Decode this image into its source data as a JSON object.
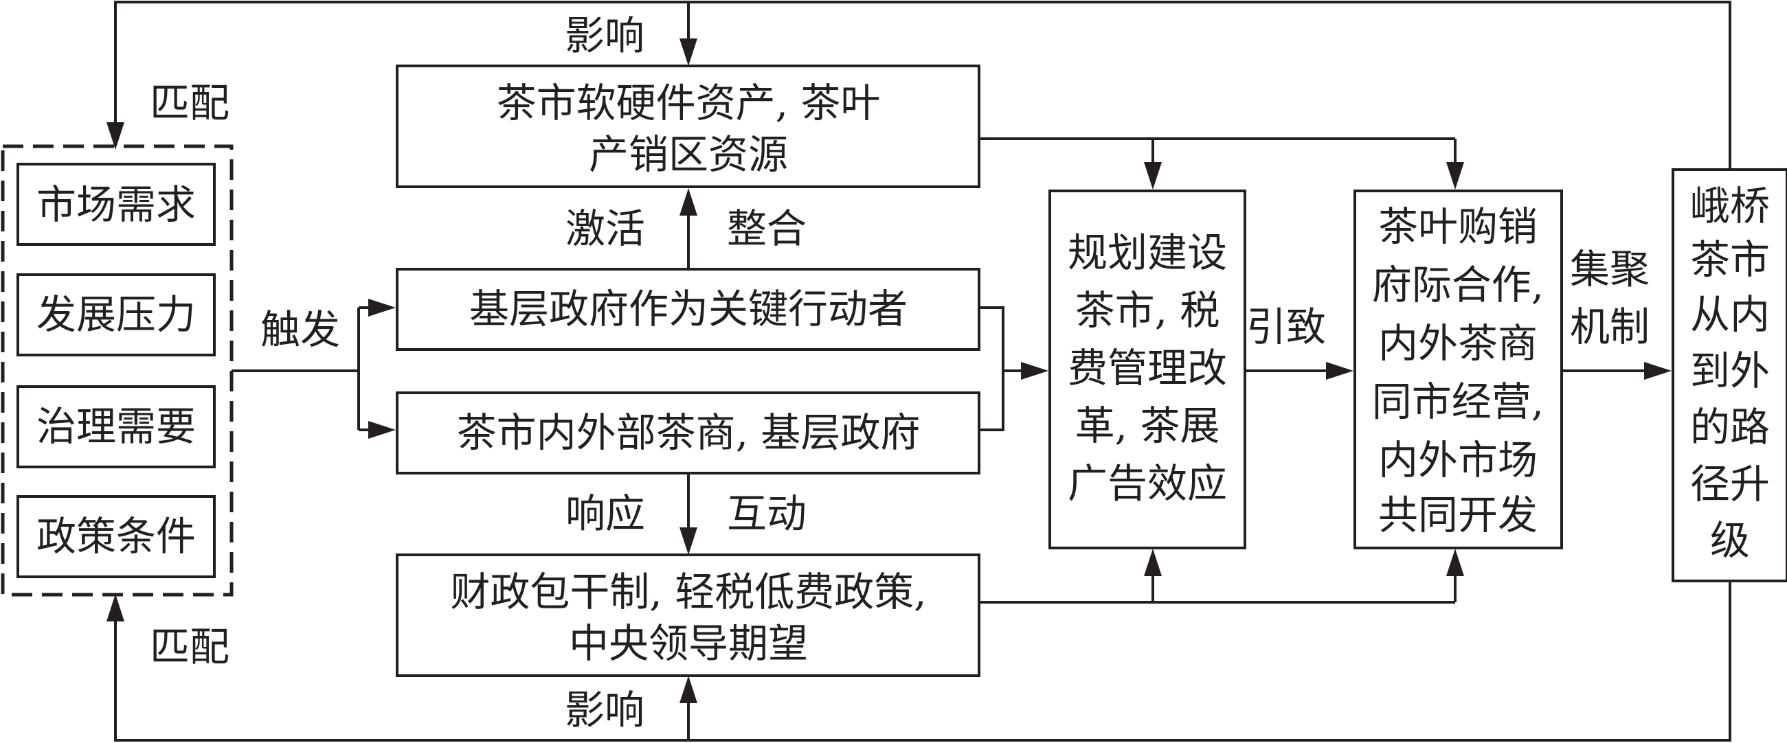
{
  "factors": {
    "items": [
      "市场需求",
      "发展压力",
      "治理需要",
      "政策条件"
    ]
  },
  "boxes": {
    "assets": [
      "茶市软硬件资产, 茶叶",
      "产销区资源"
    ],
    "gov_actor": [
      "基层政府作为关键行动者"
    ],
    "merchants": [
      "茶市内外部茶商, 基层政府"
    ],
    "policy": [
      "财政包干制, 轻税低费政策,",
      "中央领导期望"
    ],
    "planning": [
      "规划建设",
      "茶市, 税",
      "费管理改",
      "革, 茶展",
      "广告效应"
    ],
    "cooperation": [
      "茶叶购销",
      "府际合作,",
      "内外茶商",
      "同市经营,",
      "内外市场",
      "共同开发"
    ],
    "result": [
      "峨桥",
      "茶市",
      "从内",
      "到外",
      "的路",
      "径升",
      "级"
    ]
  },
  "labels": {
    "match_top": "匹配",
    "match_bottom": "匹配",
    "influence_top": "影响",
    "influence_bottom": "影响",
    "trigger": "触发",
    "activate": "激活",
    "integrate": "整合",
    "respond": "响应",
    "interact": "互动",
    "lead_to": "引致",
    "agglomeration": [
      "集聚",
      "机制"
    ]
  }
}
